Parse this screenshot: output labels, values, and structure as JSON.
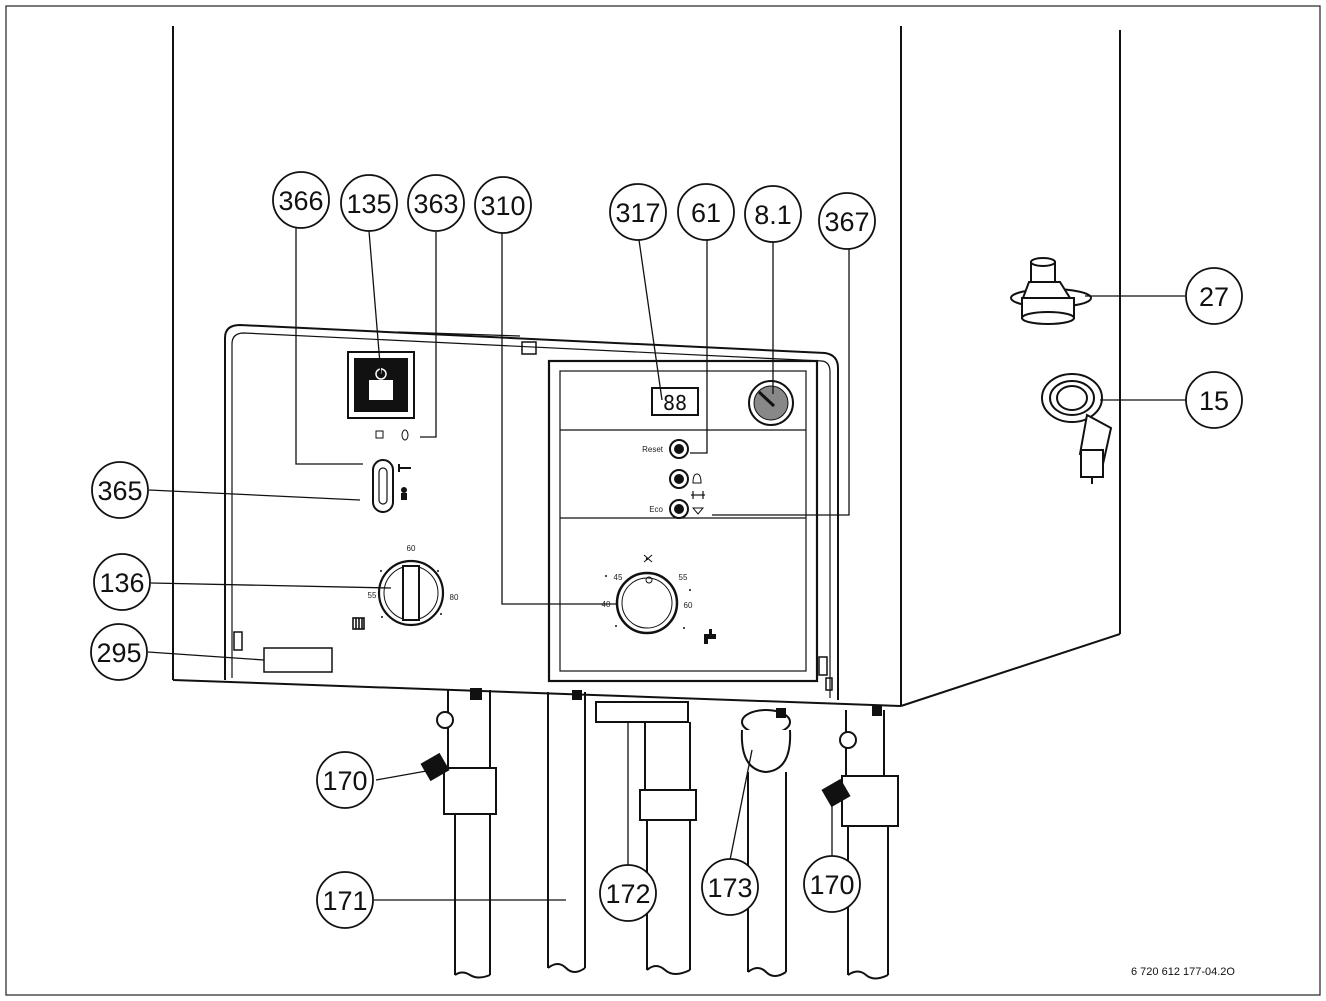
{
  "callouts": {
    "c366": "366",
    "c135": "135",
    "c363": "363",
    "c310": "310",
    "c317": "317",
    "c61": "61",
    "c8_1": "8.1",
    "c367": "367",
    "c27": "27",
    "c15": "15",
    "c365": "365",
    "c136": "136",
    "c295": "295",
    "c170_left": "170",
    "c171": "171",
    "c172": "172",
    "c173": "173",
    "c170_right": "170"
  },
  "panel_labels": {
    "display_digits": "88",
    "reset": "Reset",
    "eco": "Eco",
    "heat_knob_top": "60",
    "heat_knob_left": "55",
    "heat_knob_right": "80",
    "dhw_knob_left": "40",
    "dhw_knob_top_left": "45",
    "dhw_knob_top_right": "55",
    "dhw_knob_right": "60"
  },
  "figure_ref": "6 720 612 177-04.2O"
}
